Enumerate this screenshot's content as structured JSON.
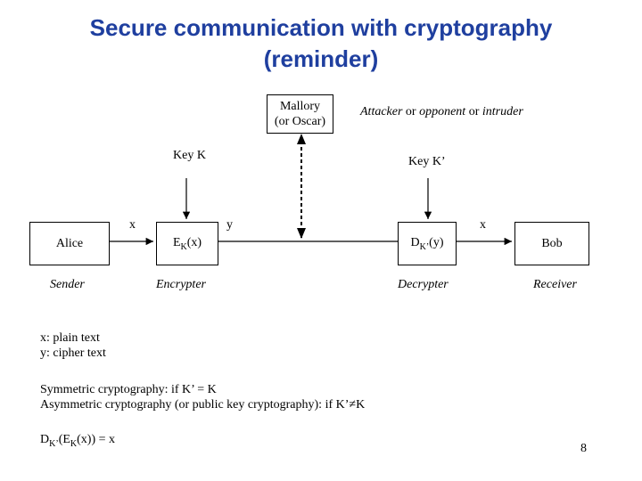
{
  "title": {
    "line1": "Secure communication with cryptography",
    "line2": "(reminder)"
  },
  "mallory": {
    "line1": "Mallory",
    "line2": "(or Oscar)"
  },
  "attacker_label": {
    "attacker": "Attacker",
    "or1": " or ",
    "opponent": "opponent",
    "or2": " or ",
    "intruder": "intruder"
  },
  "key_k": "Key K",
  "key_k2": "Key K’",
  "alice": {
    "box": "Alice",
    "role": "Sender"
  },
  "encrypter": {
    "pre": "E",
    "sub": "K",
    "post": "(x)",
    "role": "Encrypter"
  },
  "decrypter": {
    "pre": "D",
    "sub": "K’",
    "post": "(y)",
    "role": "Decrypter"
  },
  "bob": {
    "box": "Bob",
    "role": "Receiver"
  },
  "flow": {
    "x1": "x",
    "y": "y",
    "x2": "x"
  },
  "notes": {
    "plain": "x: plain text",
    "cipher": "y: cipher text",
    "symmetric": "Symmetric cryptography: if K’ = K",
    "asymmetric_pre": "Asymmetric cryptography (or public key cryptography): if K’",
    "neq": "≠",
    "asymmetric_post": "K"
  },
  "formula": {
    "d": "D",
    "d_sub": "K’",
    "open": "(E",
    "e_sub": "K",
    "rest": "(x)) = x"
  },
  "page_number": "8"
}
